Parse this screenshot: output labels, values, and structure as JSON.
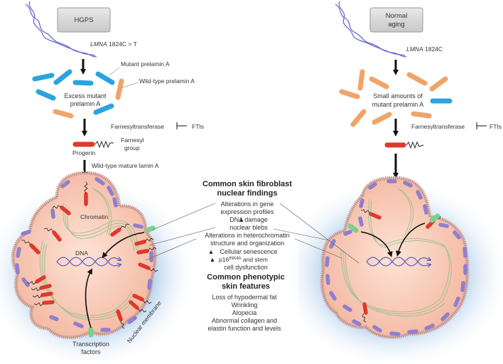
{
  "colors": {
    "dna": "#5b5fc7",
    "mutant_prelamin": "#2aa4e0",
    "wildtype_prelamin": "#f0a46a",
    "progerin": "#e0392b",
    "lamin": "#8e7fd0",
    "transcription_factor": "#7cd08e",
    "chromatin": "#8fbf8a",
    "nucleoplasm": "#f6c4ae",
    "membrane": "#c8978e",
    "halo": "#b8d4ee",
    "box_fill": "#d9d9d9"
  },
  "hgps": {
    "box_label": "HGPS",
    "gene_label_italic": "LMNA",
    "gene_label_rest": " 1824C > T",
    "mutant_prelamin_label": "Mutant prelamin A",
    "wildtype_prelamin_label": "Wild-type prelamin A",
    "excess_label_line1": "Excess mutant",
    "excess_label_line2": "prelamin A",
    "enzyme_label": "Farnesyltransferase",
    "inhibitor_label": "FTIs",
    "progerin_label": "Progerin",
    "farnesyl_label_line1": "Farnesyl",
    "farnesyl_label_line2": "group",
    "mature_lamin_label": "Wild-type mature lamin A",
    "chromatin_label": "Chromatin",
    "dna_label": "DNA",
    "tf_label_line1": "Transcription",
    "tf_label_line2": "factors",
    "membrane_label": "Nuclear membrane"
  },
  "normal": {
    "box_label_line1": "Normal",
    "box_label_line2": "aging",
    "gene_label_italic": "LMNA",
    "gene_label_rest": " 1824C",
    "small_amounts_line1": "Small amounts of",
    "small_amounts_line2": "mutant prelamin A",
    "enzyme_label": "Farnesyltransferase",
    "inhibitor_label": "FTIs"
  },
  "center": {
    "findings_title_line1": "Common skin fibroblast",
    "findings_title_line2": "nuclear findings",
    "findings": [
      "Alterations in gene",
      "expression profiles",
      "DNA damage",
      "nuclear blebs",
      "Alterations in heterochromatin",
      "structure and organization",
      "Cellular senescence",
      "p16",
      "INK4A",
      " and stem",
      "cell dysfunction"
    ],
    "up_arrow": "▲",
    "features_title_line1": "Common phenotypic",
    "features_title_line2": "skin features",
    "features": [
      "Loss of hypodermal fat",
      "Wrinkling",
      "Alopecia",
      "Abnormal collagen and",
      "elastin function and levels"
    ]
  }
}
